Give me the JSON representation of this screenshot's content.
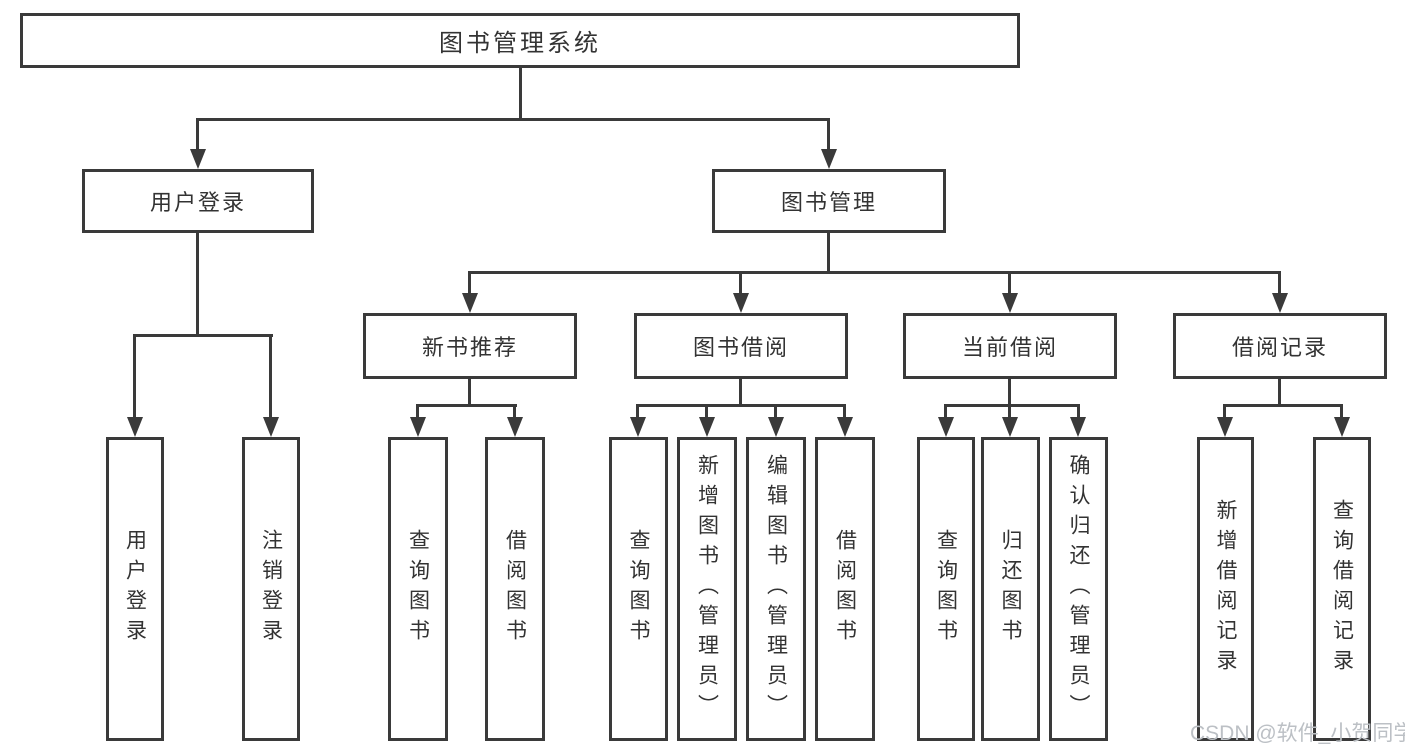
{
  "tree": {
    "root": {
      "label": "图书管理系统"
    },
    "level2": [
      {
        "label": "用户登录",
        "children": [
          {
            "label": "用户登录"
          },
          {
            "label": "注销登录"
          }
        ]
      },
      {
        "label": "图书管理",
        "children": [
          {
            "label": "新书推荐",
            "children": [
              {
                "label": "查询图书"
              },
              {
                "label": "借阅图书"
              }
            ]
          },
          {
            "label": "图书借阅",
            "children": [
              {
                "label": "查询图书"
              },
              {
                "label": "新增图书（管理员）"
              },
              {
                "label": "编辑图书（管理员）"
              },
              {
                "label": "借阅图书"
              }
            ]
          },
          {
            "label": "当前借阅",
            "children": [
              {
                "label": "查询图书"
              },
              {
                "label": "归还图书"
              },
              {
                "label": "确认归还（管理员）"
              }
            ]
          },
          {
            "label": "借阅记录",
            "children": [
              {
                "label": "新增借阅记录"
              },
              {
                "label": "查询借阅记录"
              }
            ]
          }
        ]
      }
    ]
  },
  "watermark": {
    "text": "CSDN @软件_小贺同学"
  },
  "colors": {
    "line": "#3a3a3a",
    "text": "#333333",
    "watermark": "#bcc0c5",
    "background": "#ffffff"
  }
}
